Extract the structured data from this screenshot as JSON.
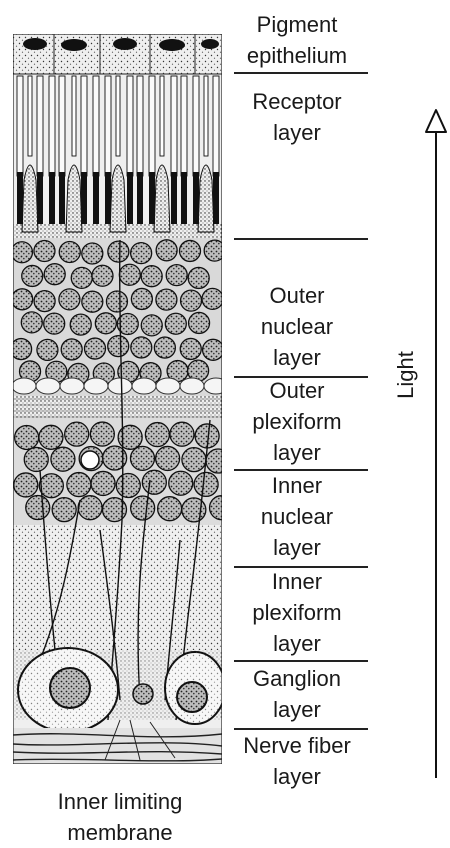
{
  "layers": [
    {
      "label": "Pigment\nepithelium"
    },
    {
      "label": "Receptor\nlayer"
    },
    {
      "label": "Outer\nnuclear\nlayer"
    },
    {
      "label": "Outer\nplexiform\nlayer"
    },
    {
      "label": "Inner\nnuclear\nlayer"
    },
    {
      "label": "Inner\nplexiform\nlayer"
    },
    {
      "label": "Ganglion\nlayer"
    },
    {
      "label": "Nerve fiber\nlayer"
    }
  ],
  "arrow_label": "Light",
  "bottom_label": "Inner limiting\nmembrane",
  "colors": {
    "ink": "#1a1a1a",
    "paper": "#ffffff"
  }
}
